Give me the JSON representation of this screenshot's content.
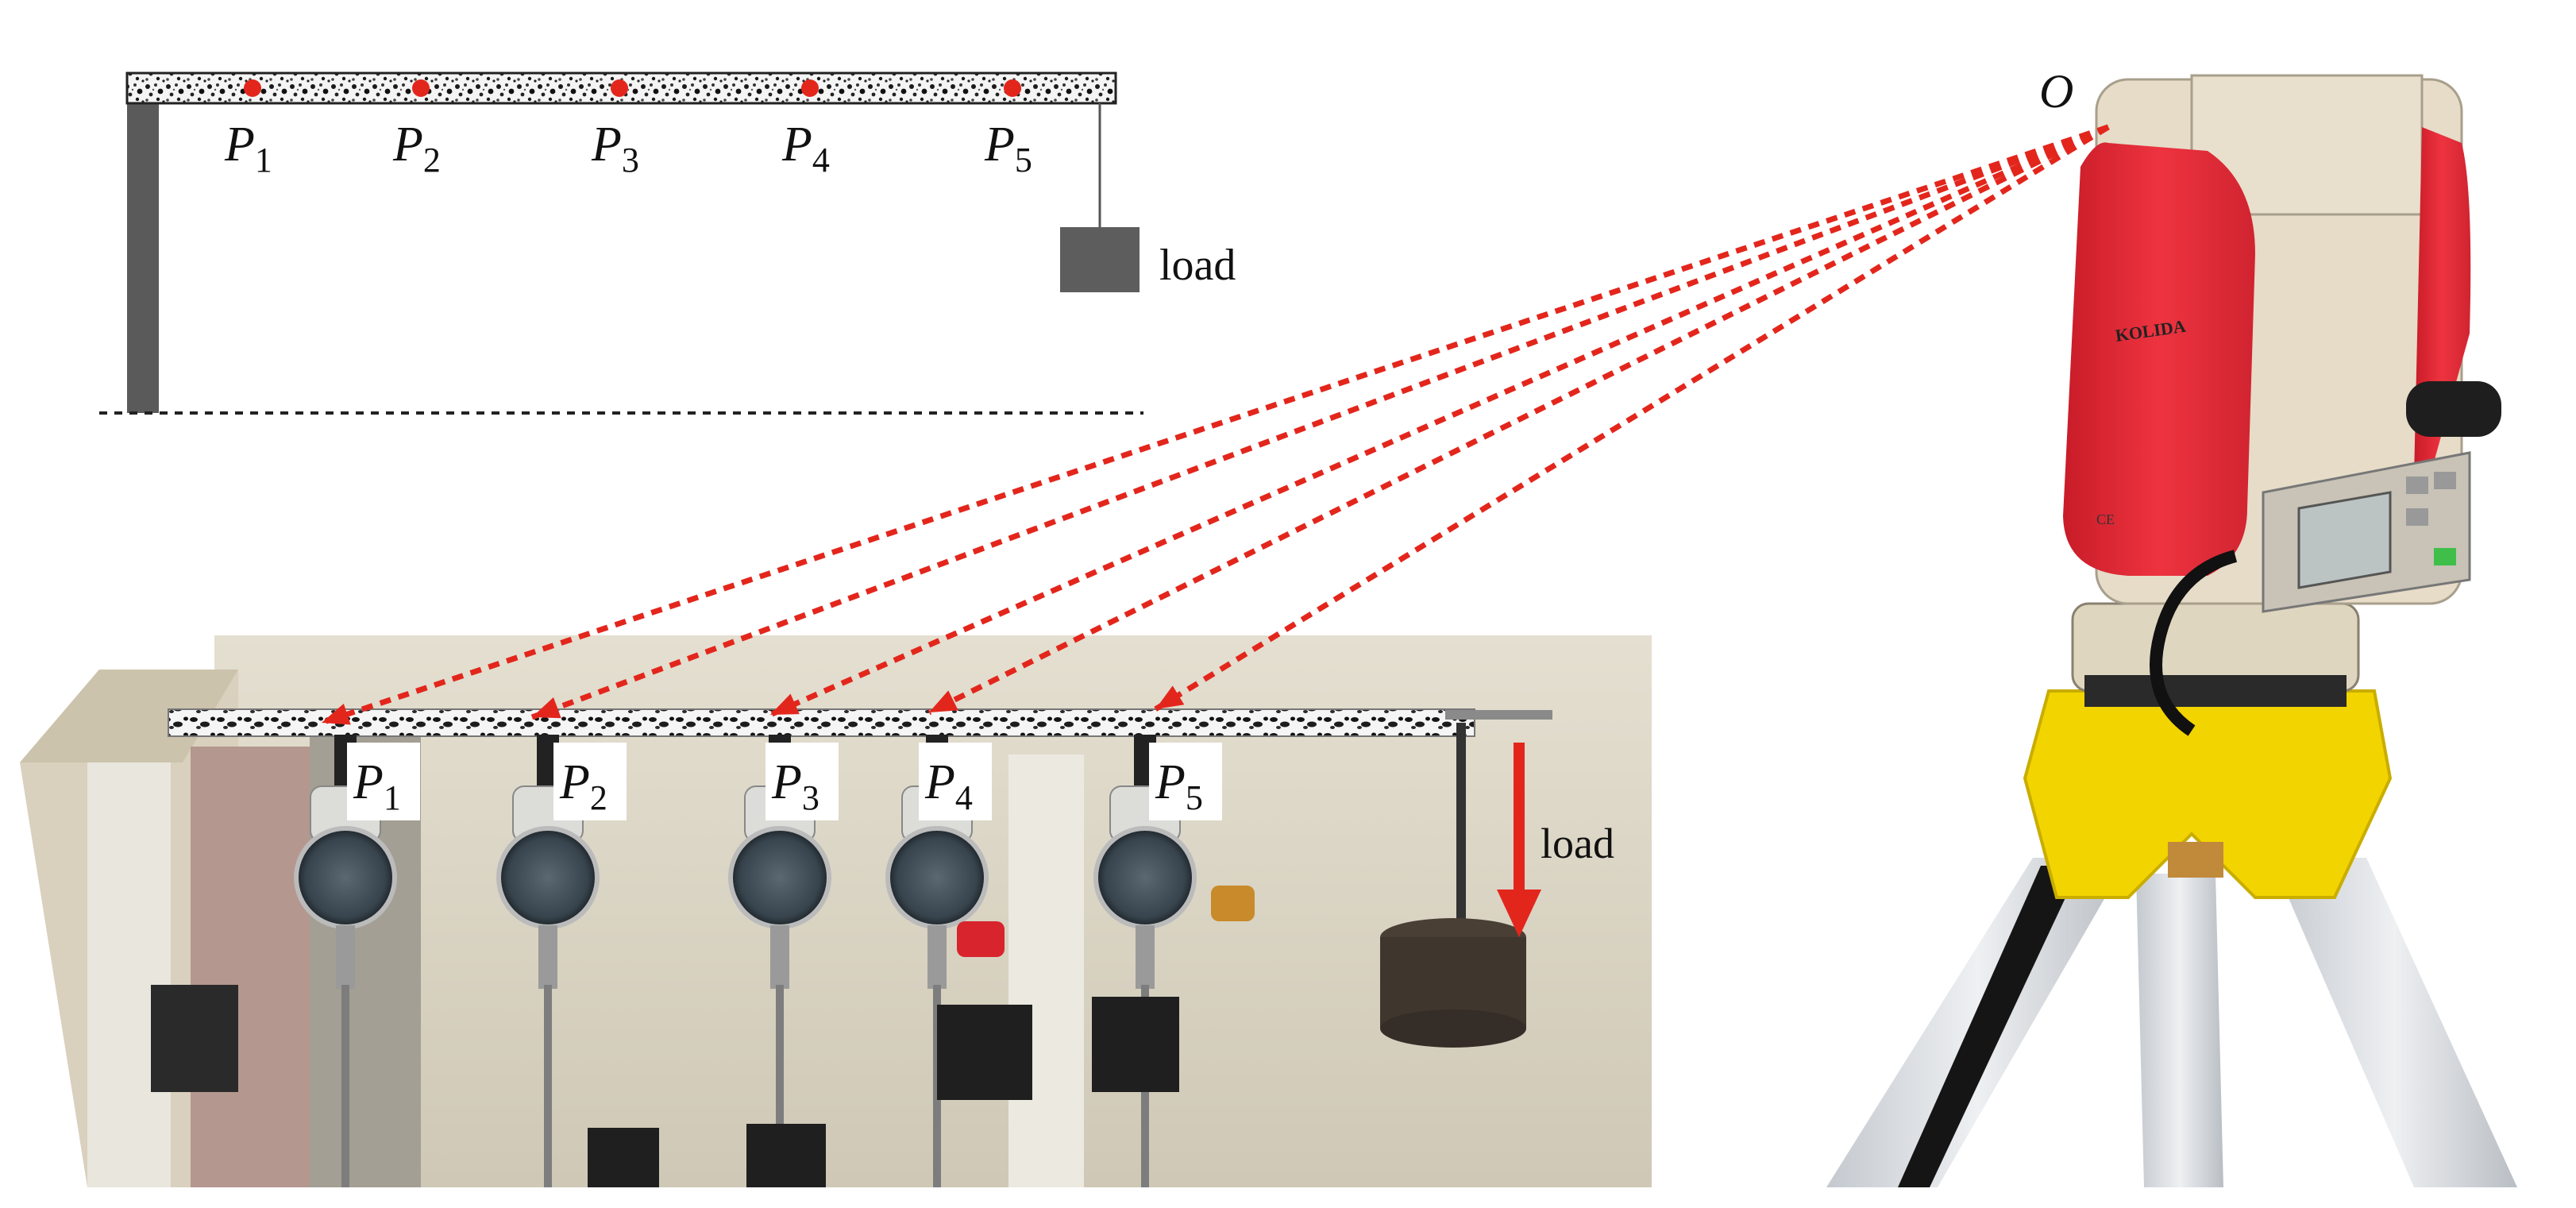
{
  "schematic": {
    "points": [
      {
        "letter": "P",
        "sub": "1"
      },
      {
        "letter": "P",
        "sub": "2"
      },
      {
        "letter": "P",
        "sub": "3"
      },
      {
        "letter": "P",
        "sub": "4"
      },
      {
        "letter": "P",
        "sub": "5"
      }
    ],
    "load_label": "load"
  },
  "instrument": {
    "origin_label": "O",
    "brand_text": "KOLIDA",
    "ce_mark": "CE"
  },
  "photo": {
    "points": [
      {
        "letter": "P",
        "sub": "1"
      },
      {
        "letter": "P",
        "sub": "2"
      },
      {
        "letter": "P",
        "sub": "3"
      },
      {
        "letter": "P",
        "sub": "4"
      },
      {
        "letter": "P",
        "sub": "5"
      }
    ],
    "load_label": "load"
  },
  "colors": {
    "beam_dark": "#2a2a2a",
    "marker_red": "#e3261c",
    "sight_line": "#e3261c",
    "support_gray": "#5a5a5a",
    "load_box": "#5d5d5d",
    "instrument_red": "#e42430",
    "instrument_beige": "#e6dcc8",
    "tripod_yellow": "#f2d400",
    "tripod_silver": "#d7dbdf",
    "wall_beige": "#d8d2c2"
  }
}
